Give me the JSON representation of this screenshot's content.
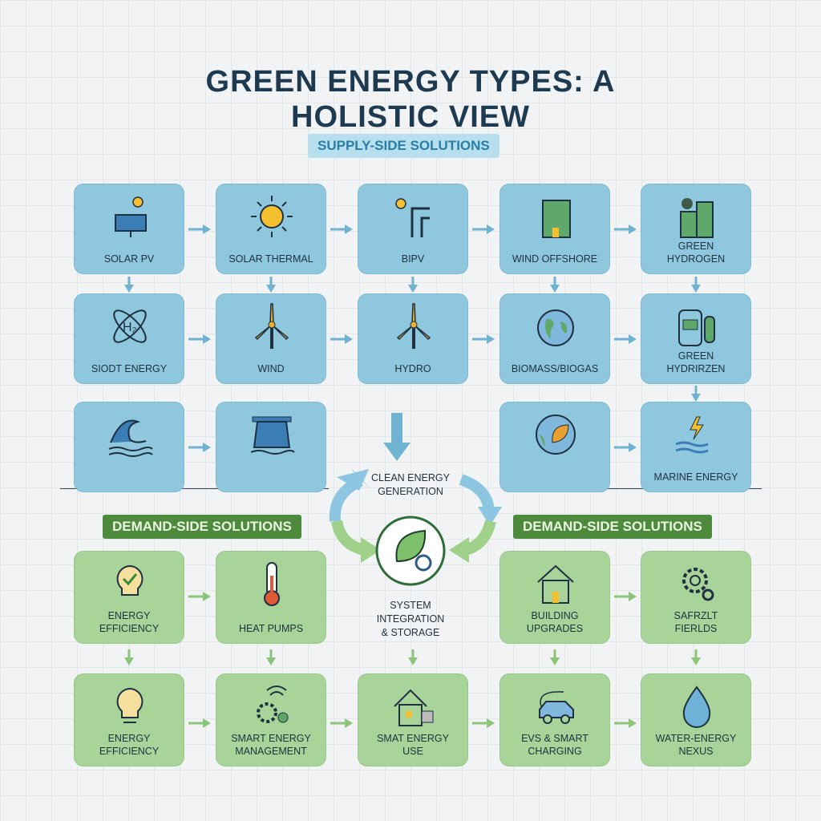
{
  "title": {
    "line1": "GREEN ENERGY TYPES: A",
    "line2": "HOLISTIC VIEW"
  },
  "supply_label": "SUPPLY-SIDE SOLUTIONS",
  "demand_label_left": "DEMAND-SIDE SOLUTIONS",
  "demand_label_right": "DEMAND-SIDE SOLUTIONS",
  "center": {
    "top": "CLEAN ENERGY GENERATION",
    "bottom_line1": "SYSTEM",
    "bottom_line2": "INTEGRATION",
    "bottom_line3": "& STORAGE"
  },
  "colors": {
    "supply": "#8fc7de",
    "demand": "#a8d49a",
    "title": "#1d3a50"
  },
  "supply_rows": [
    [
      {
        "label": "SOLAR PV",
        "icon": "solar-panel-icon"
      },
      {
        "label": "SOLAR THERMAL",
        "icon": "sun-icon"
      },
      {
        "label": "BIPV",
        "icon": "pipe-sun-icon"
      },
      {
        "label": "WIND OFFSHORE",
        "icon": "building-icon"
      },
      {
        "label": "GREEN HYDROGEN",
        "icon": "factory-icon"
      }
    ],
    [
      {
        "label": "SIODT ENERGY",
        "icon": "atom-h2-icon"
      },
      {
        "label": "WIND",
        "icon": "wind-turbine-icon"
      },
      {
        "label": "HYDRO",
        "icon": "wind-turbine-icon"
      },
      {
        "label": "BIOMASS/BIOGAS",
        "icon": "globe-icon"
      },
      {
        "label": "GREEN HYDRIRZEN",
        "icon": "tank-icon"
      }
    ],
    [
      {
        "label": "",
        "icon": "wave-icon"
      },
      {
        "label": "",
        "icon": "dam-icon"
      },
      null,
      {
        "label": "",
        "icon": "globe-leaf-icon"
      },
      {
        "label": "MARINE ENERGY",
        "icon": "marine-plug-icon"
      }
    ]
  ],
  "demand_rows": [
    [
      {
        "label": "ENERGY EFFICIENCY",
        "icon": "bulb-check-icon"
      },
      {
        "label": "HEAT PUMPS",
        "icon": "thermometer-icon"
      },
      null,
      {
        "label": "BUILDING UPGRADES",
        "icon": "house-icon"
      },
      {
        "label": "SAFRZLT FIERLDS",
        "icon": "gears-icon"
      }
    ],
    [
      {
        "label": "ENERGY EFFICIENCY",
        "icon": "bulb-icon"
      },
      {
        "label": "SMART ENERGY MANAGEMENT",
        "icon": "gear-wifi-icon"
      },
      {
        "label": "SMAT ENERGY USE",
        "icon": "smart-house-icon"
      },
      {
        "label": "EVS & SMART CHARGING",
        "icon": "ev-car-icon"
      },
      {
        "label": "WATER-ENERGY NEXUS",
        "icon": "water-drop-icon"
      }
    ]
  ]
}
